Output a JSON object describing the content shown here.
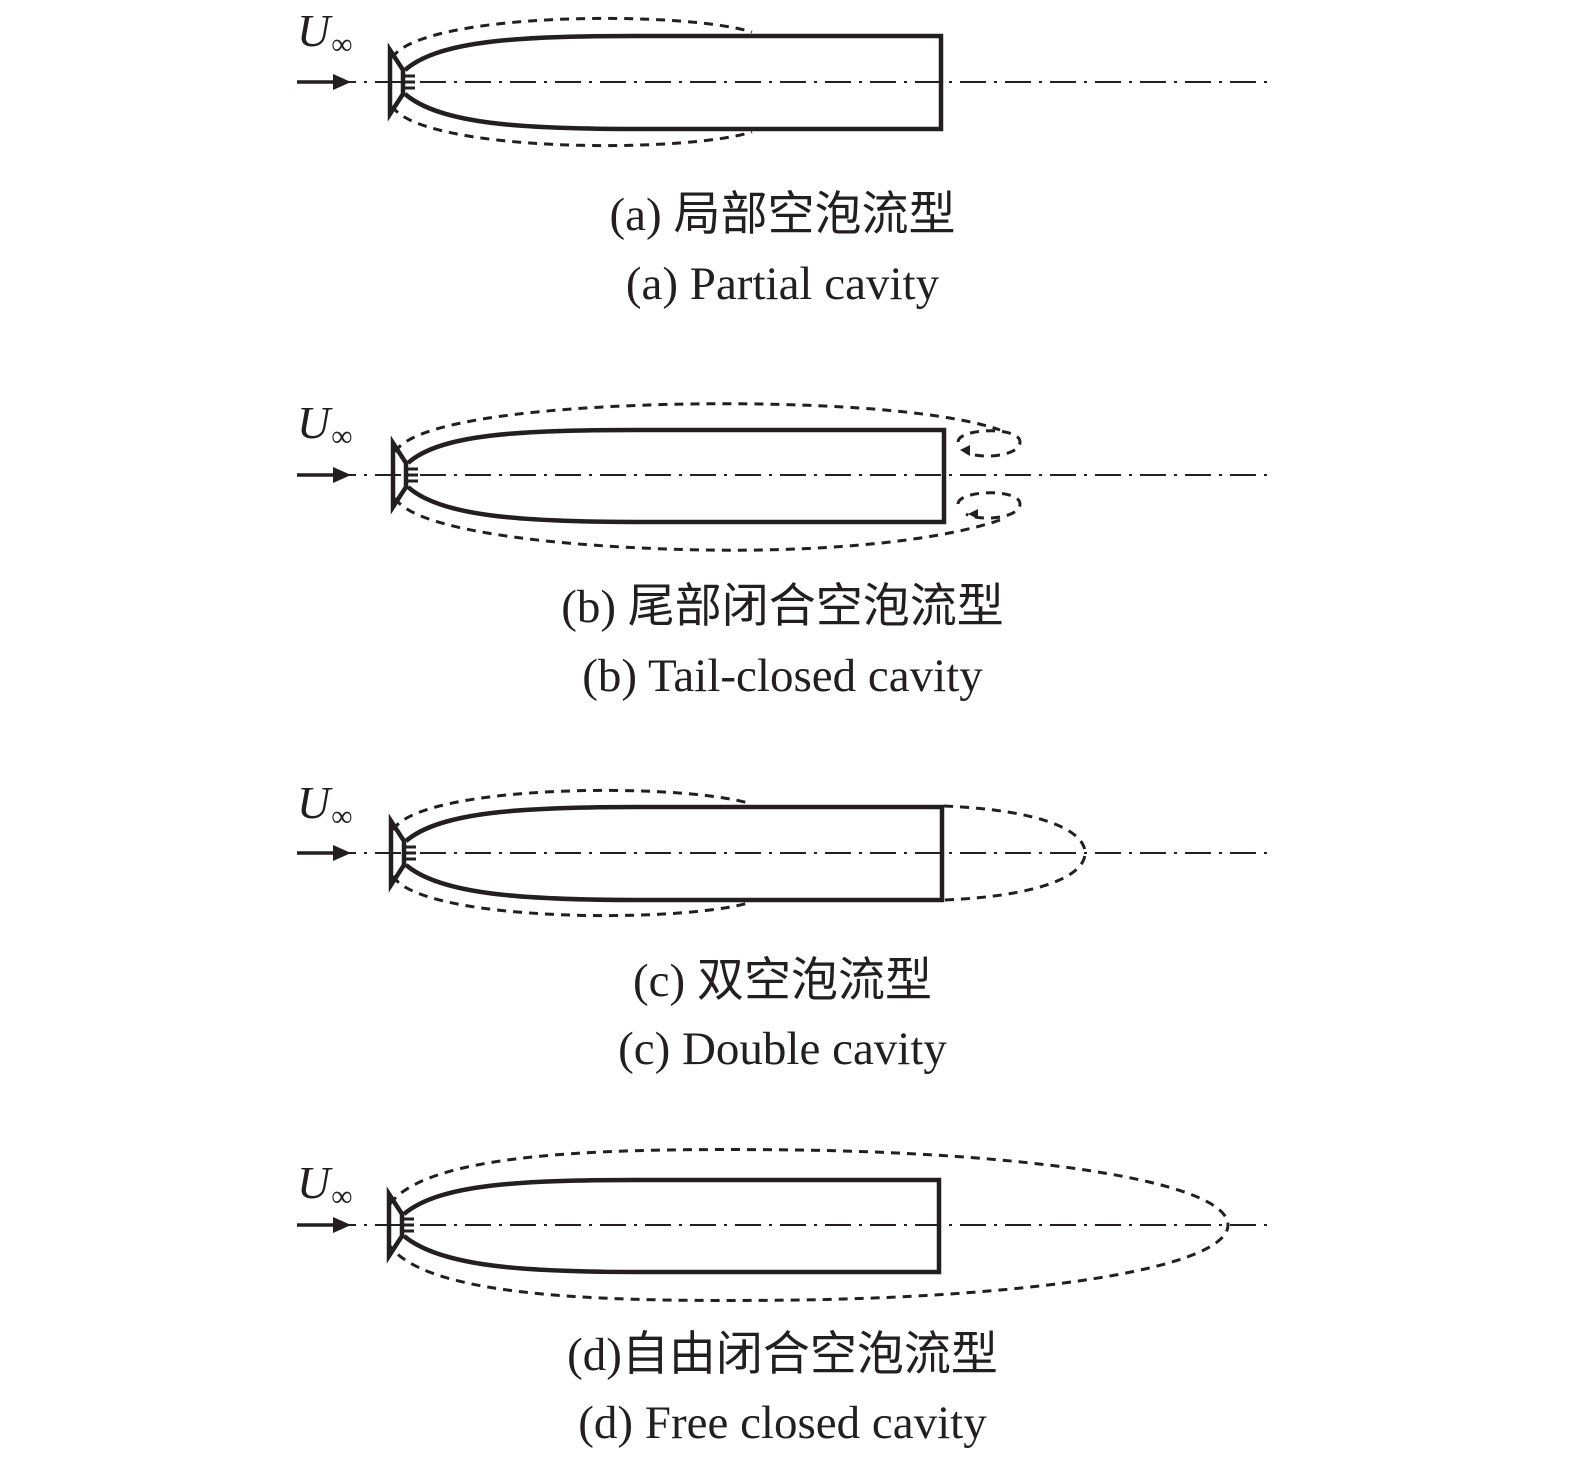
{
  "flow_symbol": {
    "letter": "U",
    "subscript": "∞"
  },
  "panels": [
    {
      "id": "a",
      "caption_cn": "(a) 局部空泡流型",
      "caption_en": "(a) Partial cavity"
    },
    {
      "id": "b",
      "caption_cn": "(b) 尾部闭合空泡流型",
      "caption_en": "(b) Tail-closed cavity"
    },
    {
      "id": "c",
      "caption_cn": "(c) 双空泡流型",
      "caption_en": "(c) Double cavity"
    },
    {
      "id": "d",
      "caption_cn": "(d)自由闭合空泡流型",
      "caption_en": "(d) Free closed cavity"
    }
  ]
}
